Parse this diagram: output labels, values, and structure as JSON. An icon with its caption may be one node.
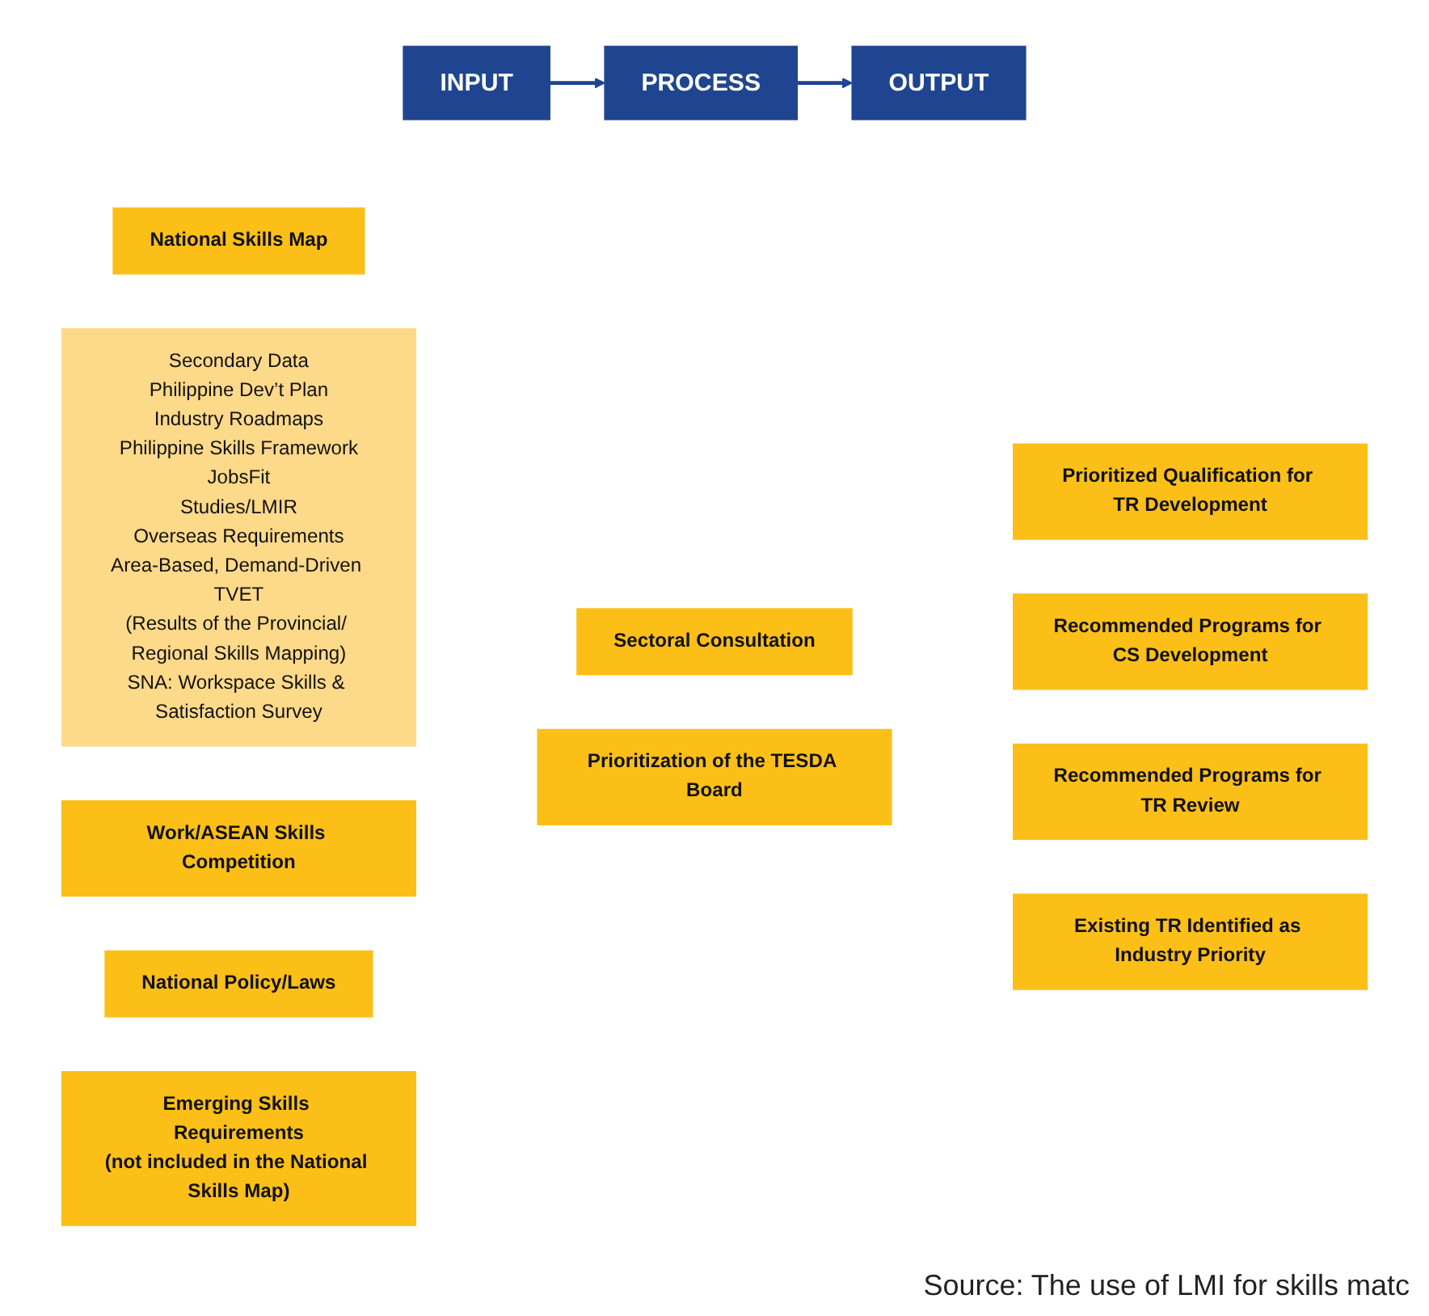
{
  "diagram": {
    "caption": "Source: The use of LMI for skills matc",
    "nodes": [
      {
        "text": [
          "INPUT"
        ]
      },
      {
        "text": [
          "PROCESS"
        ]
      },
      {
        "text": [
          "OUTPUT"
        ]
      },
      {
        "text": [
          "National Skills Map"
        ]
      },
      {
        "text": [
          "Secondary Data",
          "Philippine Dev’t Plan",
          "Industry Roadmaps",
          "Philippine Skills Framework",
          "JobsFit",
          "Studies/LMIR",
          "Overseas Requirements",
          "Area-Based, Demand-Driven TVET",
          "(Results of the Provincial/ Regional Skills Mapping)",
          "SNA: Workspace Skills & Satisfaction Survey"
        ]
      },
      {
        "text": [
          "Work/ASEAN Skills Competition"
        ]
      },
      {
        "text": [
          "National Policy/Laws"
        ]
      },
      {
        "text": [
          "Emerging Skills Requirements",
          "(not included in the National Skills Map)"
        ]
      },
      {
        "text": [
          "Sectoral Consultation"
        ]
      },
      {
        "text": [
          "Prioritization of the TESDA Board"
        ]
      },
      {
        "text": [
          "Prioritized Qualification for TR Development"
        ]
      },
      {
        "text": [
          "Recommended Programs for CS Development"
        ]
      },
      {
        "text": [
          "Recommended Programs for TR Review"
        ]
      },
      {
        "text": [
          "Existing TR Identified as Industry Priority"
        ]
      }
    ],
    "edges": [
      {
        "from": 0,
        "to": 1,
        "arrow": "to"
      },
      {
        "from": 1,
        "to": 2,
        "arrow": "to"
      }
    ]
  }
}
